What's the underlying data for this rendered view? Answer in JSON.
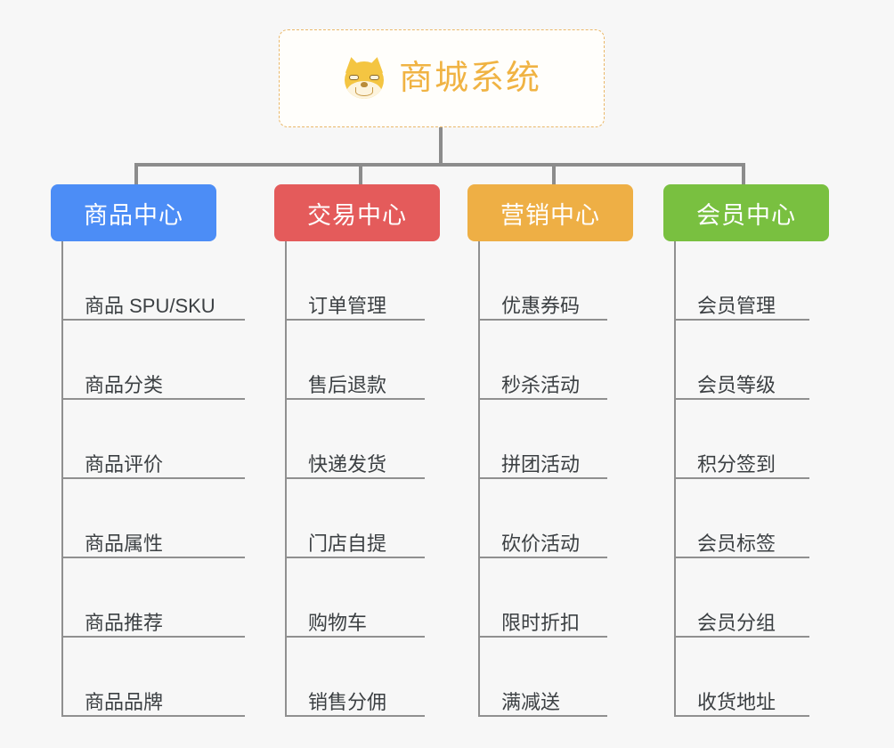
{
  "theme": {
    "background": "#f7f7f7",
    "connector": "#8c8c8c",
    "leaf_text": "#3c4043",
    "leaf_rule": "#909090",
    "root_border": "#eab86a",
    "root_text": "#f0b343"
  },
  "root": {
    "title": "商城系统",
    "icon": "dog-face-icon"
  },
  "branches": [
    {
      "label": "商品中心",
      "color": "#4c8df6",
      "items": [
        "商品 SPU/SKU",
        "商品分类",
        "商品评价",
        "商品属性",
        "商品推荐",
        "商品品牌"
      ]
    },
    {
      "label": "交易中心",
      "color": "#e45b5b",
      "items": [
        "订单管理",
        "售后退款",
        "快递发货",
        "门店自提",
        "购物车",
        "销售分佣"
      ]
    },
    {
      "label": "营销中心",
      "color": "#eeaf45",
      "items": [
        "优惠券码",
        "秒杀活动",
        "拼团活动",
        "砍价活动",
        "限时折扣",
        "满减送"
      ]
    },
    {
      "label": "会员中心",
      "color": "#79c040",
      "items": [
        "会员管理",
        "会员等级",
        "积分签到",
        "会员标签",
        "会员分组",
        "收货地址"
      ]
    }
  ]
}
